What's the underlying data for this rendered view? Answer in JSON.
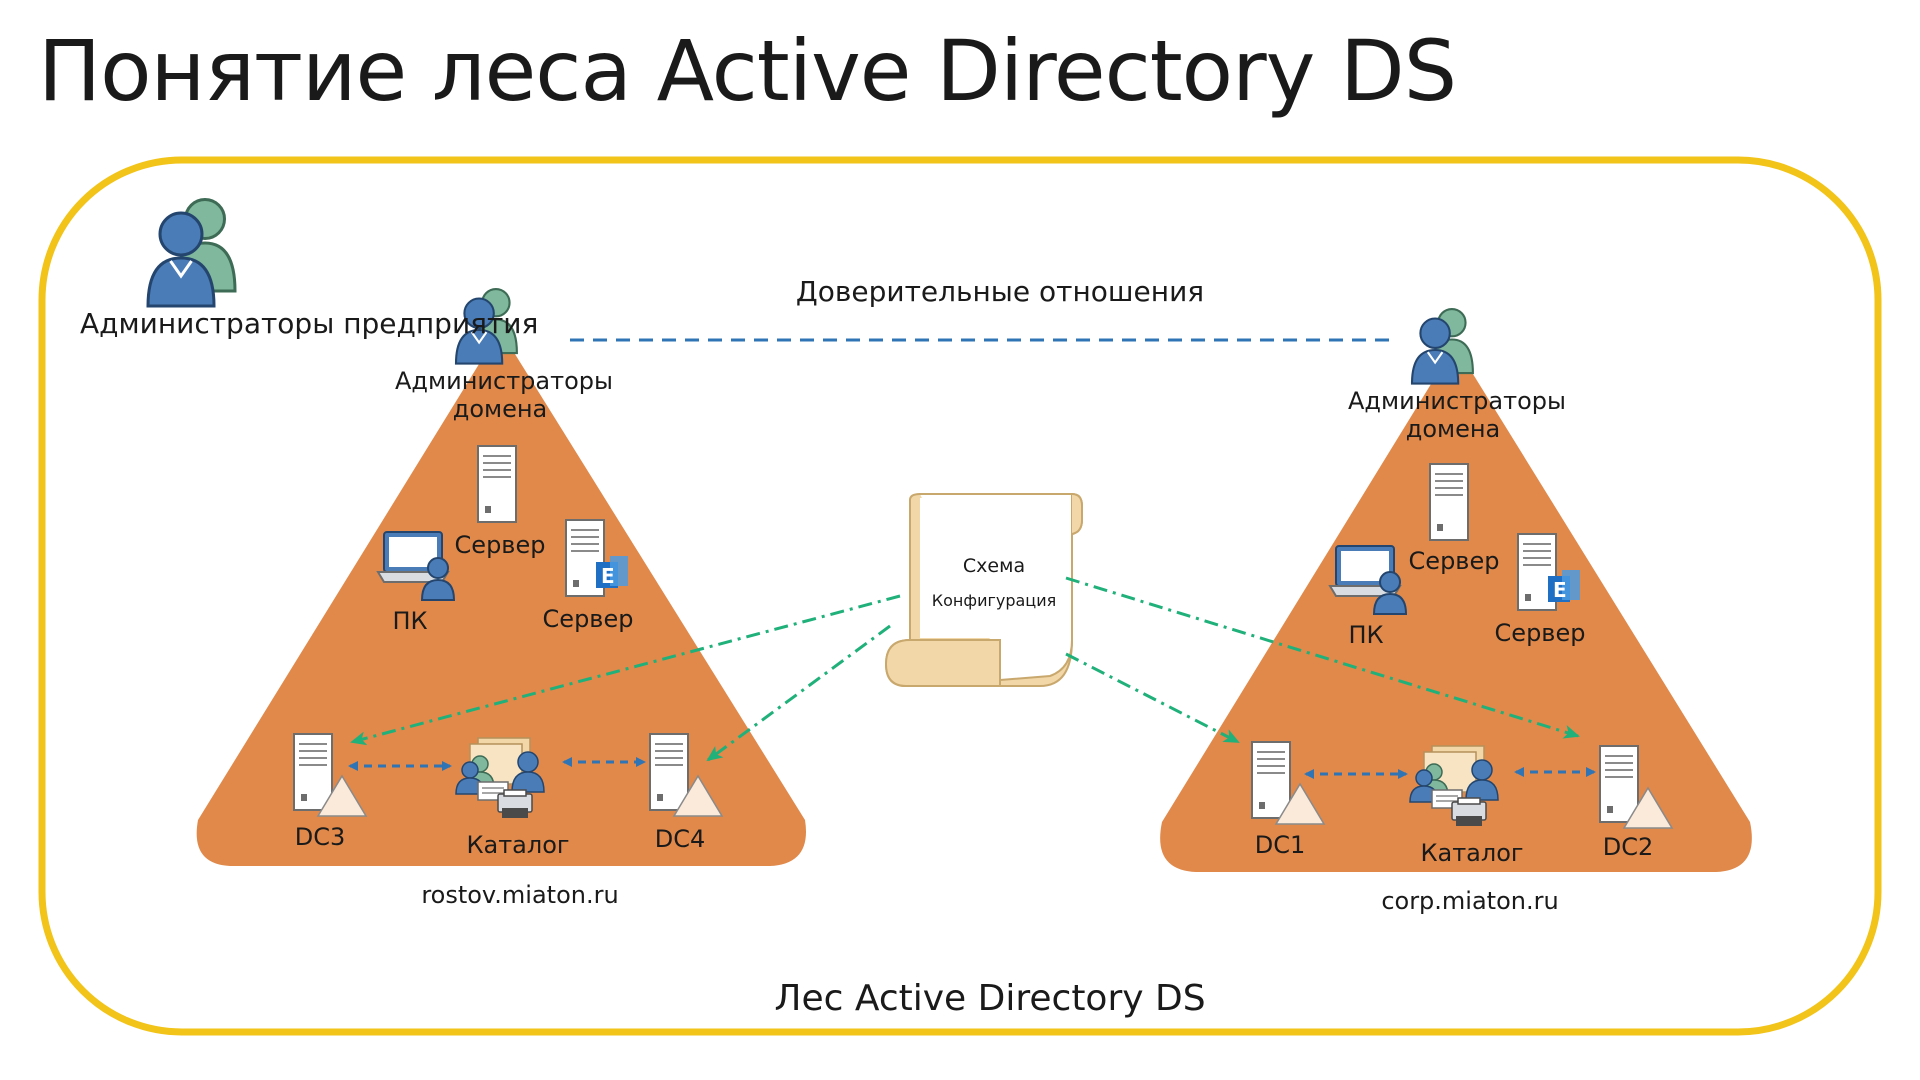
{
  "slide": {
    "title": "Понятие леса Active Directory DS",
    "forest_label": "Лес Active Directory DS",
    "trust_label": "Доверительные отношения",
    "enterprise_admins_label": "Администраторы предприятия"
  },
  "schema_scroll": {
    "line1": "Схема",
    "line2": "Конфигурация"
  },
  "domains": [
    {
      "name": "rostov.miaton.ru",
      "admins_label": "Администраторы домена",
      "server1_label": "Сервер",
      "server2_label": "Сервер",
      "pc_label": "ПК",
      "dc_left": "DC3",
      "catalog": "Каталог",
      "dc_right": "DC4"
    },
    {
      "name": "corp.miaton.ru",
      "admins_label": "Администраторы домена",
      "server1_label": "Сервер",
      "server2_label": "Сервер",
      "pc_label": "ПК",
      "dc_left": "DC1",
      "catalog": "Каталог",
      "dc_right": "DC2"
    }
  ],
  "colors": {
    "forest_border": "#f2c318",
    "triangle": "#e0894a",
    "trust_line": "#2f74b5",
    "replication_arrow": "#2f74b5",
    "schema_arrow": "#20b07a",
    "scroll": "#f2d7a8",
    "person_blue": "#4a7cb8",
    "person_green": "#7fb89c"
  },
  "icons": [
    "people-icon",
    "server-icon",
    "exchange-server-icon",
    "laptop-user-icon",
    "catalog-icon",
    "scroll-icon",
    "warning-triangle-icon"
  ]
}
